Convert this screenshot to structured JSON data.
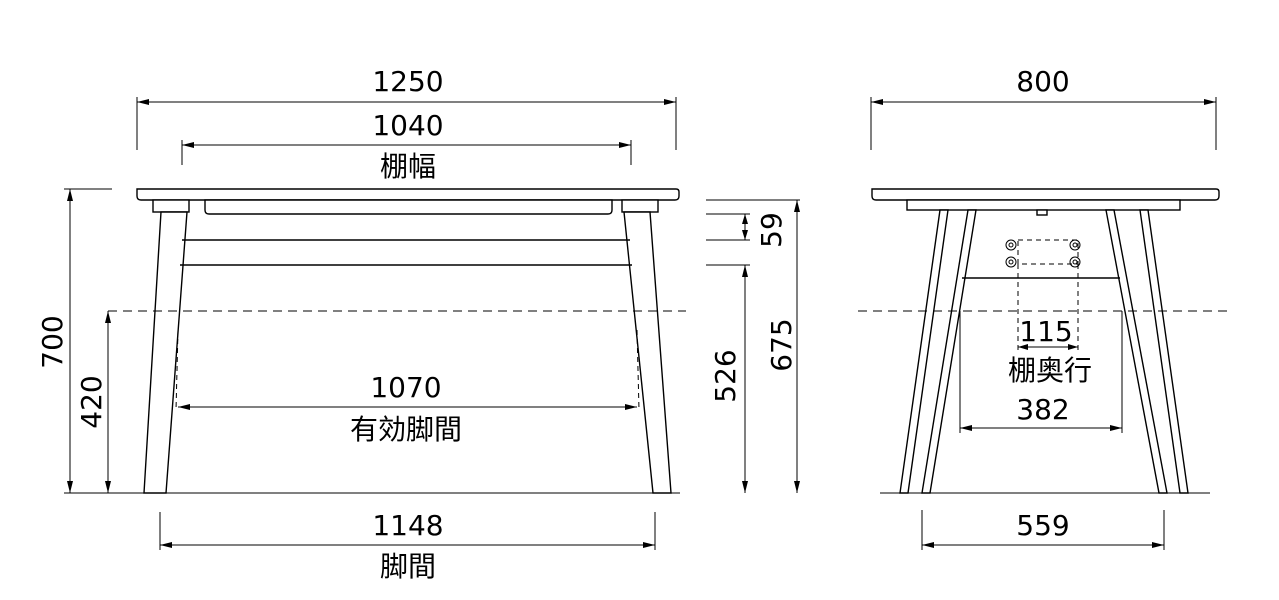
{
  "front_view": {
    "overall_width": "1250",
    "shelf_width": "1040",
    "shelf_width_label": "棚幅",
    "overall_height": "700",
    "height_420": "420",
    "effective_leg_span": "1070",
    "effective_leg_span_label": "有効脚間",
    "leg_span": "1148",
    "leg_span_label": "脚間"
  },
  "side_dims": {
    "d59": "59",
    "d526": "526",
    "d675": "675"
  },
  "side_view": {
    "overall_depth": "800",
    "d115": "115",
    "shelf_depth_label": "棚奥行",
    "d382": "382",
    "d559": "559"
  }
}
